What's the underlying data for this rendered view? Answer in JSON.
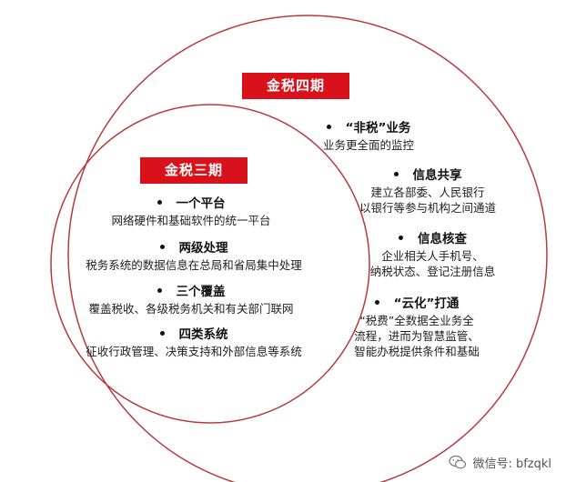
{
  "outer": {
    "badge": "金税四期",
    "items": [
      {
        "head": "“非税”业务",
        "lines": [
          "业务更全面的监控"
        ]
      },
      {
        "head": "信息共享",
        "lines": [
          "建立各部委、人民银行",
          "以银行等参与机构之间通道"
        ]
      },
      {
        "head": "信息核查",
        "lines": [
          "企业相关人手机号、",
          "纳税状态、登记注册信息"
        ]
      },
      {
        "head": "“云化”打通",
        "lines": [
          "“税费”全数据全业务全",
          "流程，进而为智慧监管、",
          "智能办税提供条件和基础"
        ]
      }
    ]
  },
  "inner": {
    "badge": "金税三期",
    "items": [
      {
        "head": "一个平台",
        "lines": [
          "网络硬件和基础软件的统一平台"
        ]
      },
      {
        "head": "两级处理",
        "lines": [
          "税务系统的数据信息在总局和省局集中处理"
        ]
      },
      {
        "head": "三个覆盖",
        "lines": [
          "覆盖税收、各级税务机关和有关部门联网"
        ]
      },
      {
        "head": "四类系统",
        "lines": [
          "征收行政管理、决策支持和外部信息等系统"
        ]
      }
    ]
  },
  "watermark": {
    "icon": "wechat-icon",
    "text": "微信号: bfzqkl"
  },
  "colors": {
    "accent": "#d9111b",
    "ring": "#b83a3a"
  }
}
